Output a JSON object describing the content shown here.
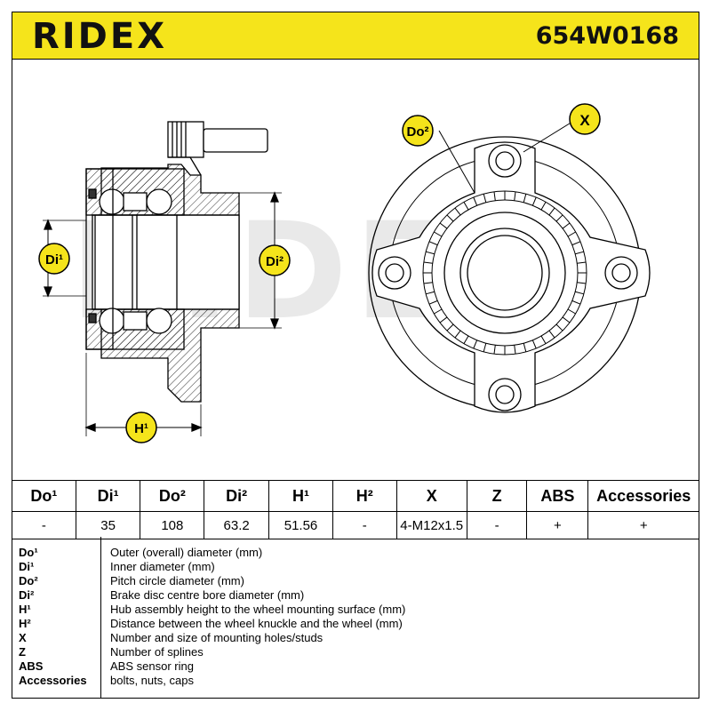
{
  "header": {
    "brand": "RIDEX",
    "part_number": "654W0168"
  },
  "diagram": {
    "labels": {
      "do1_alt": "Do²",
      "x": "X",
      "di1": "Di¹",
      "di2": "Di²",
      "h1": "H¹"
    },
    "colors": {
      "badge": "#f5e41b",
      "line": "#000000",
      "watermark": "#e6e6e6"
    },
    "watermark": "RIDEX"
  },
  "spec_table": {
    "headers": [
      "Do¹",
      "Di¹",
      "Do²",
      "Di²",
      "H¹",
      "H²",
      "X",
      "Z",
      "ABS",
      "Accessories"
    ],
    "values": [
      "-",
      "35",
      "108",
      "63.2",
      "51.56",
      "-",
      "4-M12x1.5",
      "-",
      "+",
      "+"
    ]
  },
  "legend": [
    {
      "code": "Do¹",
      "desc": "Outer (overall) diameter (mm)"
    },
    {
      "code": "Di¹",
      "desc": "Inner diameter (mm)"
    },
    {
      "code": "Do²",
      "desc": "Pitch circle diameter (mm)"
    },
    {
      "code": "Di²",
      "desc": "Brake disc centre bore diameter (mm)"
    },
    {
      "code": "H¹",
      "desc": "Hub assembly height to the wheel mounting surface (mm)"
    },
    {
      "code": "H²",
      "desc": "Distance between the wheel knuckle and the wheel (mm)"
    },
    {
      "code": "X",
      "desc": "Number and size of mounting holes/studs"
    },
    {
      "code": "Z",
      "desc": "Number of splines"
    },
    {
      "code": "ABS",
      "desc": "ABS sensor ring"
    },
    {
      "code": "Accessories",
      "desc": "bolts, nuts, caps"
    }
  ]
}
